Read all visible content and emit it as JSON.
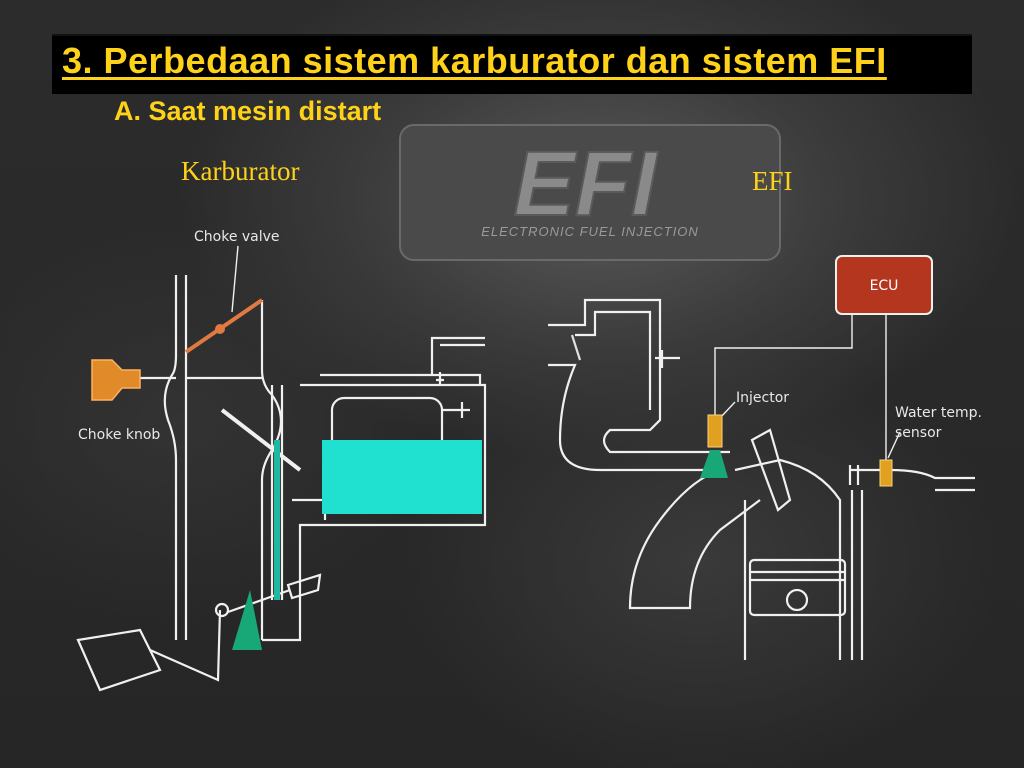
{
  "slide": {
    "title": "3.  Perbedaan sistem karburator dan sistem EFI",
    "subtitle": "A. Saat mesin distart"
  },
  "background_badge": {
    "logo_text": "EFI",
    "caption": "ELECTRONIC FUEL INJECTION"
  },
  "carburetor": {
    "heading": "Karburator",
    "choke_valve_label": "Choke valve",
    "choke_knob_label": "Choke knob"
  },
  "efi": {
    "heading": "EFI",
    "ecu_label": "ECU",
    "injector_label": "Injector",
    "water_temp_label_line1": "Water temp.",
    "water_temp_label_line2": "sensor"
  },
  "colors": {
    "title_yellow": "#ffd21a",
    "fuel_cyan": "#20e0d0",
    "ecu_red": "#b5361e",
    "spray_green": "#18a878",
    "knob_orange": "#e08a2a",
    "line_white": "#f0f0f0"
  }
}
